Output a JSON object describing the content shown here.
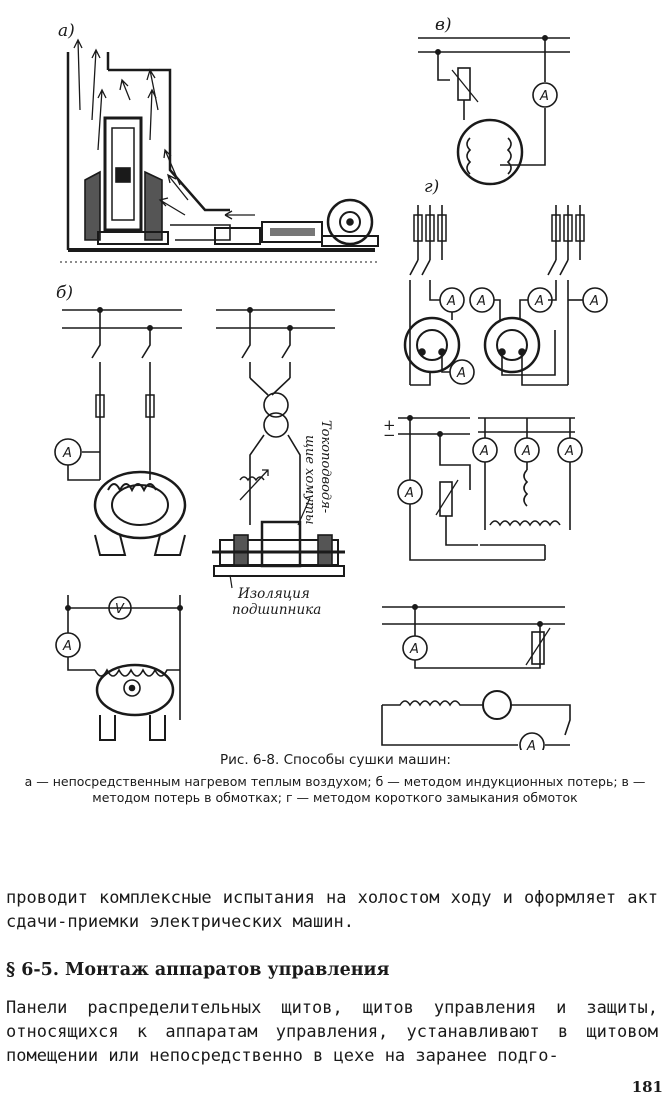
{
  "figure": {
    "labels": {
      "a": "а)",
      "b": "б)",
      "v": "в)",
      "g": "г)"
    },
    "meter_ammeter": "A",
    "meter_voltmeter": "V",
    "annotation_clamps": "Токоподводя-\nщие хомуты",
    "annotation_clamps_line1": "Токоподводя-",
    "annotation_clamps_line2": "щие хомуты",
    "annotation_insulation_line1": "Изоляция",
    "annotation_insulation_line2": "подшипника",
    "polarity_plus": "+",
    "polarity_minus": "−"
  },
  "caption": {
    "title": "Рис. 6-8. Способы сушки машин:",
    "body": "а — непосредственным нагревом теплым воздухом; б — методом индукционных потерь; в — методом потерь в обмотках; г — методом короткого замыкания обмоток"
  },
  "text": {
    "paragraph1": "проводит комплексные испытания на холостом ходу и оформляет акт сдачи-приемки электрических машин.",
    "section_heading": "§ 6-5. Монтаж аппаратов управления",
    "paragraph2": "Панели распределительных щитов, щитов управления и защиты, относящихся к аппаратам управления, устанавливают в щитовом помещении или непосредственно в цехе на заранее подго-",
    "page_number": "181"
  }
}
